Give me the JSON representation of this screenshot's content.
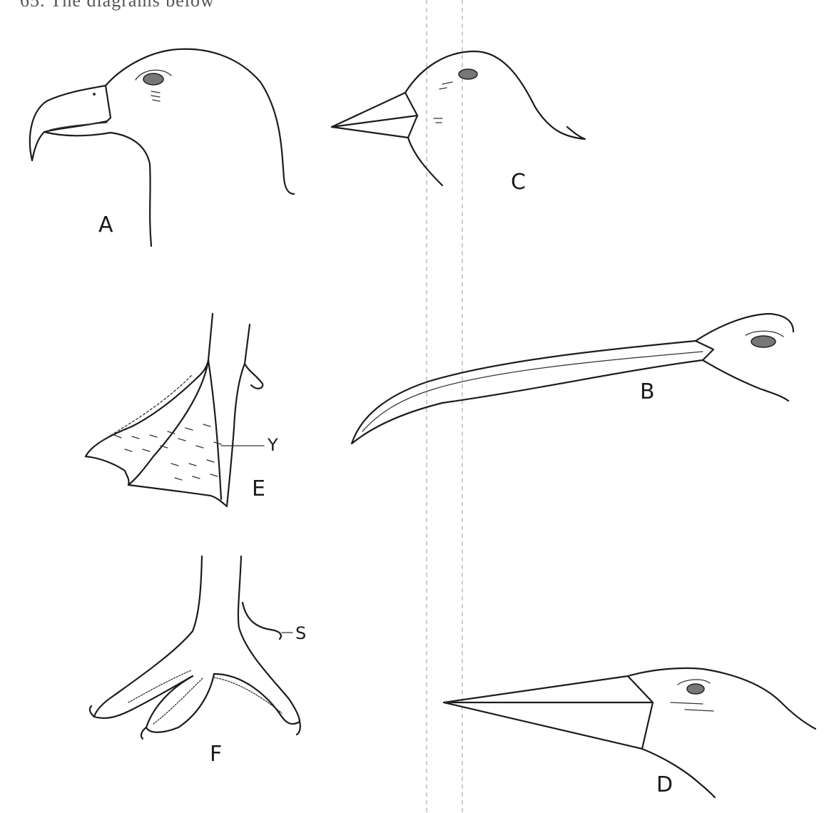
{
  "header_fragment": "65. The diagrams below",
  "figures": {
    "A": {
      "label": "A"
    },
    "B": {
      "label": "B"
    },
    "C": {
      "label": "C"
    },
    "D": {
      "label": "D"
    },
    "E": {
      "label": "E",
      "pointer_label": "Y"
    },
    "F": {
      "label": "F",
      "pointer_label": "S"
    }
  },
  "colors": {
    "ink": "#1c1c1c",
    "paper": "#ffffff"
  }
}
